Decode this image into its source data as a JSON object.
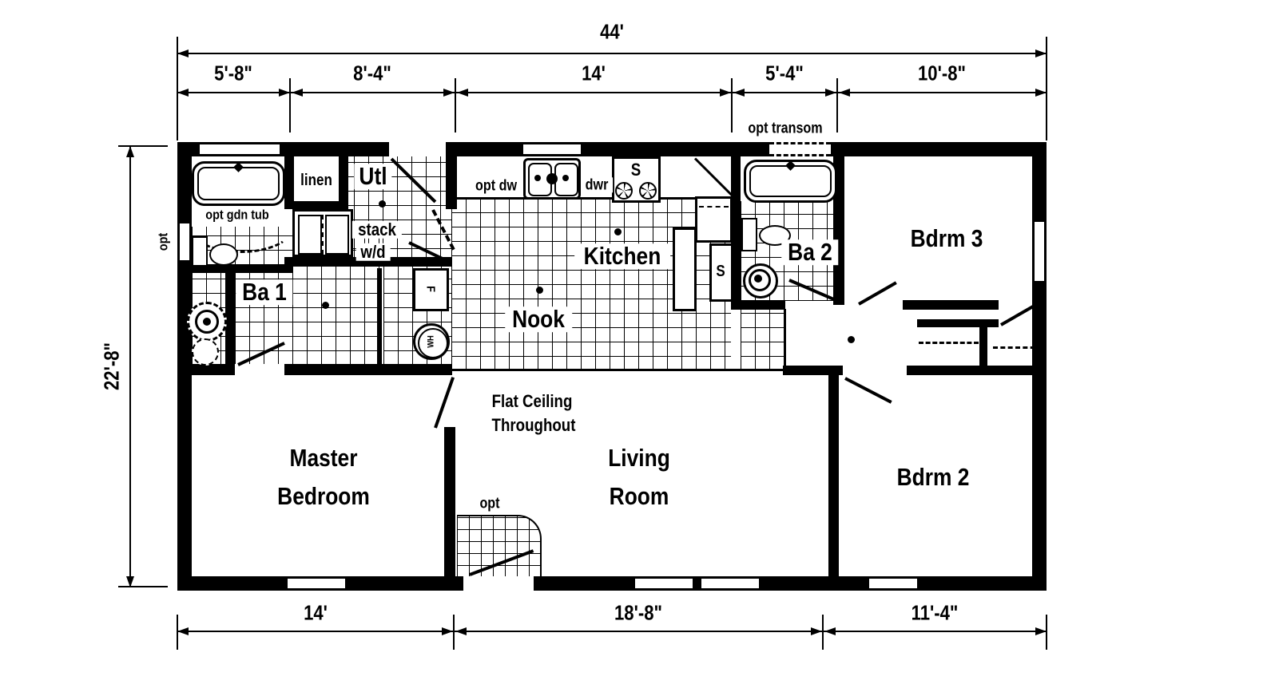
{
  "dimensions": {
    "overall_width": "44'",
    "top_segments": [
      "5'-8\"",
      "8'-4\"",
      "14'",
      "5'-4\"",
      "10'-8\""
    ],
    "left_height": "22'-8\"",
    "bottom_segments": [
      "14'",
      "18'-8\"",
      "11'-4\""
    ]
  },
  "rooms": {
    "ba1": "Ba 1",
    "utl": "Utl",
    "linen": "linen",
    "kitchen": "Kitchen",
    "nook": "Nook",
    "ba2": "Ba 2",
    "bdrm3": "Bdrm 3",
    "bdrm2": "Bdrm 2",
    "master_line1": "Master",
    "master_line2": "Bedroom",
    "living_line1": "Living",
    "living_line2": "Room"
  },
  "annotations": {
    "opt_gdn_tub": "opt gdn tub",
    "stack_line1": "stack",
    "stack_line2": "w/d",
    "opt_dw": "opt dw",
    "dwr": "dwr",
    "stove": "S",
    "pantry": "S",
    "opt_transom": "opt transom",
    "opt_window": "opt",
    "opt_entry": "opt",
    "flat_line1": "Flat Ceiling",
    "flat_line2": "Throughout",
    "water_heater": "WH",
    "furnace": "F"
  },
  "colors": {
    "ink": "#000000",
    "paper": "#ffffff"
  }
}
